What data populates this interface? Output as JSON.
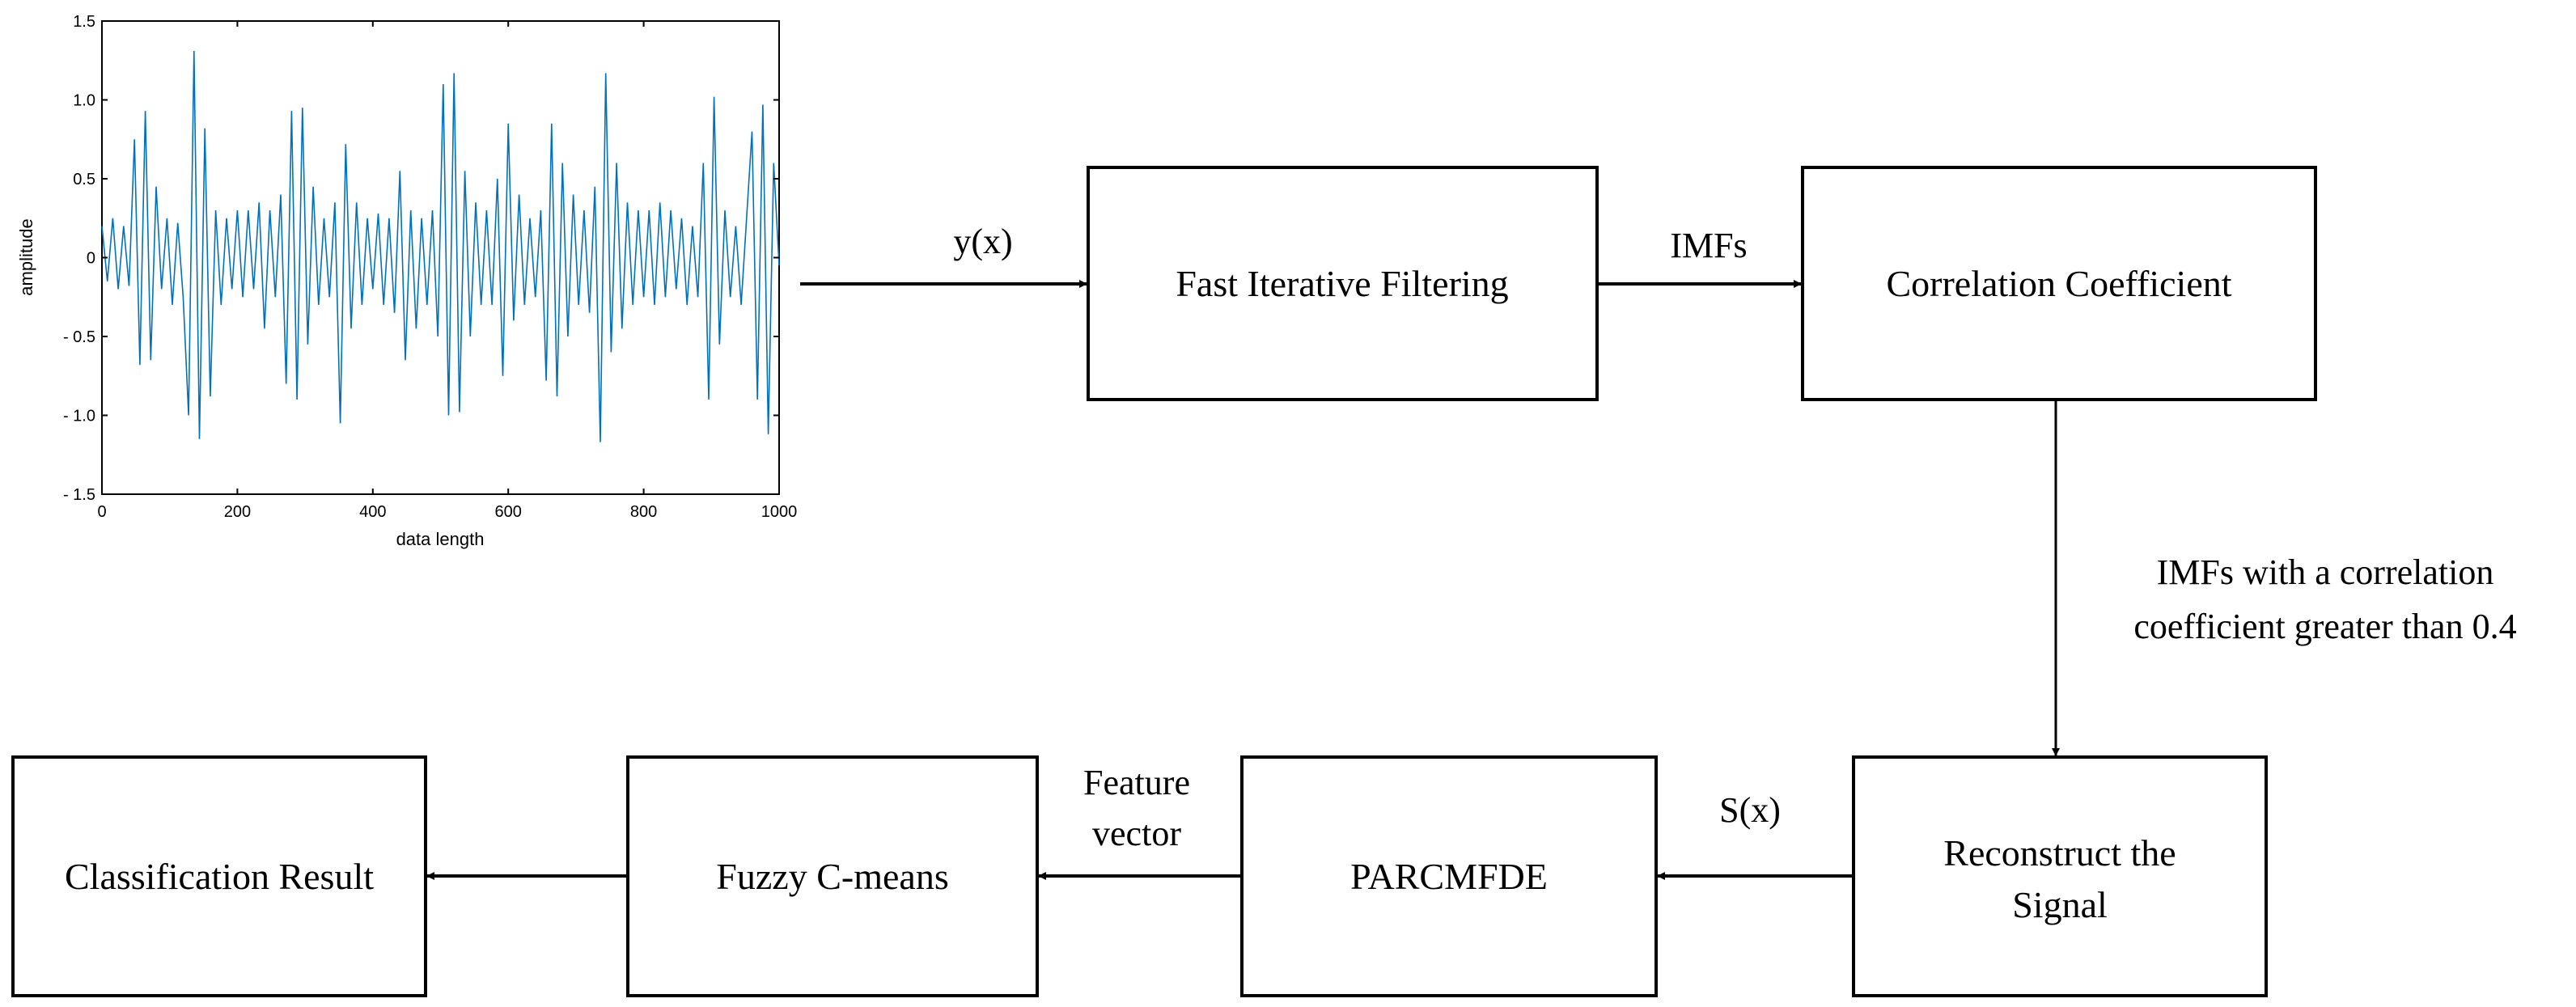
{
  "chart_data": {
    "type": "line",
    "xlabel": "data length",
    "ylabel": "amplitude",
    "xlim": [
      0,
      1000
    ],
    "ylim": [
      -1.5,
      1.5
    ],
    "xticks": [
      "0",
      "200",
      "400",
      "600",
      "800",
      "1000"
    ],
    "yticks": [
      "- 1.5",
      "- 1.0",
      "- 0.5",
      "0",
      "0.5",
      "1.0",
      "1.5"
    ],
    "grid": false,
    "series_color": "#0072BD",
    "x_step": 8,
    "values": [
      0.2,
      -0.15,
      0.25,
      -0.2,
      0.2,
      -0.18,
      0.75,
      -0.68,
      0.93,
      -0.65,
      0.45,
      -0.2,
      0.25,
      -0.3,
      0.22,
      -0.25,
      -1.0,
      1.31,
      -1.15,
      0.82,
      -0.88,
      0.3,
      -0.3,
      0.25,
      -0.2,
      0.3,
      -0.25,
      0.3,
      -0.2,
      0.35,
      -0.45,
      0.3,
      -0.25,
      0.4,
      -0.8,
      0.93,
      -0.9,
      0.95,
      -0.55,
      0.45,
      -0.3,
      0.25,
      -0.25,
      0.35,
      -1.05,
      0.72,
      -0.45,
      0.35,
      -0.3,
      0.25,
      -0.2,
      0.28,
      -0.3,
      0.25,
      -0.35,
      0.55,
      -0.65,
      0.3,
      -0.45,
      0.25,
      -0.3,
      0.3,
      -0.5,
      1.1,
      -1.0,
      1.17,
      -0.98,
      0.55,
      -0.5,
      0.35,
      -0.3,
      0.3,
      -0.3,
      0.5,
      -0.75,
      0.85,
      -0.4,
      0.4,
      -0.3,
      0.25,
      -0.25,
      0.3,
      -0.78,
      0.85,
      -0.88,
      0.6,
      -0.5,
      0.4,
      -0.3,
      0.3,
      -0.35,
      0.45,
      -1.17,
      1.17,
      -0.6,
      0.6,
      -0.45,
      0.35,
      -0.3,
      0.3,
      -0.25,
      0.3,
      -0.3,
      0.35,
      -0.25,
      0.3,
      -0.2,
      0.25,
      -0.3,
      0.2,
      -0.25,
      0.6,
      -0.9,
      1.02,
      -0.55,
      0.3,
      -0.25,
      0.2,
      -0.3,
      0.25,
      0.8,
      -0.9,
      0.97,
      -1.12,
      0.6,
      -0.05
    ]
  },
  "diagram": {
    "nodes": {
      "fif": "Fast Iterative Filtering",
      "cc": "Correlation Coefficient",
      "reconstruct_line1": "Reconstruct the",
      "reconstruct_line2": "Signal",
      "parcmfde": "PARCMFDE",
      "fcm": "Fuzzy C-means",
      "result": "Classification Result"
    },
    "edges": {
      "input": "y(x)",
      "imfs": "IMFs",
      "selected_line1": "IMFs with a correlation",
      "selected_line2": "coefficient greater than 0.4",
      "sx": "S(x)",
      "feature_line1": "Feature",
      "feature_line2": "vector"
    }
  }
}
